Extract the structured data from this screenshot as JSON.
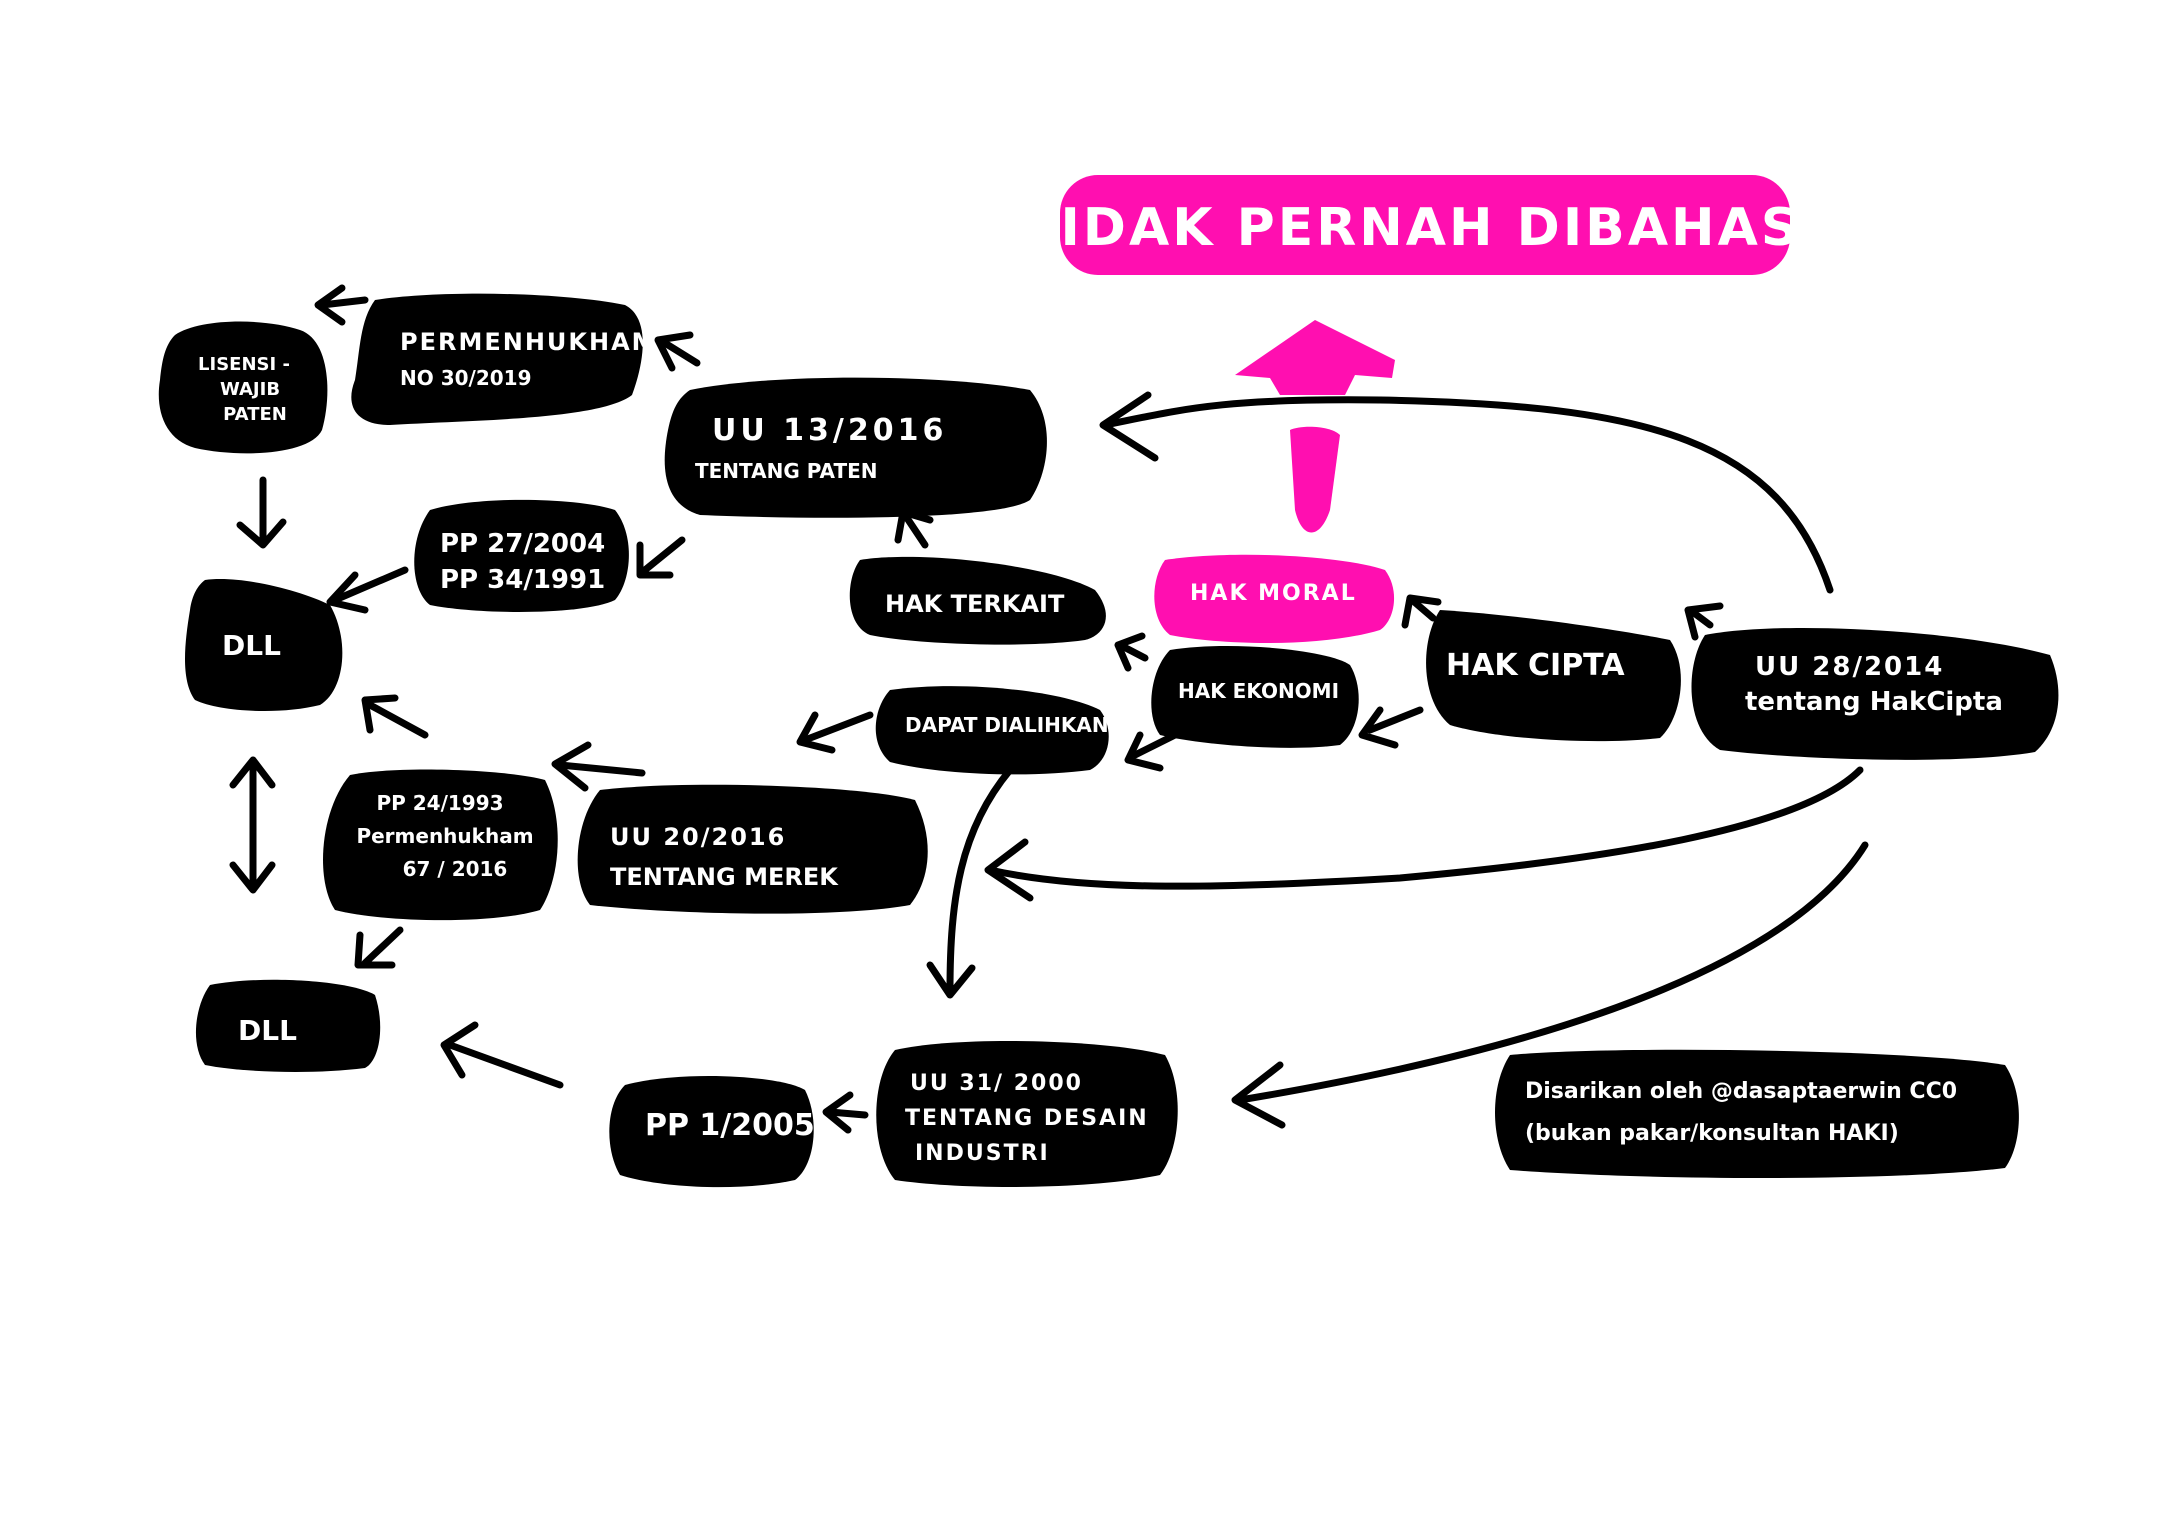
{
  "title": "TIDAK PERNAH DIBAHAS!",
  "colors": {
    "ink": "#000000",
    "accent": "#ff0fb0",
    "text_on_ink": "#ffffff",
    "background": "#ffffff"
  },
  "nodes": {
    "lisensi_wajib_paten": [
      "LISENSI -",
      "WAJIB",
      "PATEN"
    ],
    "permenhukham_30": [
      "PERMENHUKHAM",
      "NO 30/2019"
    ],
    "uu_13_2016": [
      "UU 13/2016",
      "TENTANG PATEN"
    ],
    "pp_27_2004": [
      "PP 27/2004",
      "PP 34/1991"
    ],
    "dll_top": [
      "DLL"
    ],
    "hak_terkait": [
      "HAK TERKAIT"
    ],
    "hak_moral": [
      "HAK MORAL"
    ],
    "hak_ekonomi": [
      "HAK EKONOMI"
    ],
    "hak_cipta": [
      "HAK CIPTA"
    ],
    "uu_28_2014": [
      "UU 28/2014",
      "tentang HakCipta"
    ],
    "dapat_dialihkan": [
      "DAPAT DIALIHKAN"
    ],
    "pp_24_1993": [
      "PP 24/1993",
      "Permenhukham",
      "67 / 2016"
    ],
    "uu_20_2016": [
      "UU 20/2016",
      "TENTANG MEREK"
    ],
    "dll_bottom": [
      "DLL"
    ],
    "pp_1_2005": [
      "PP 1/2005"
    ],
    "uu_31_2000": [
      "UU 31/ 2000",
      "TENTANG DESAIN",
      "INDUSTRI"
    ],
    "credit": [
      "Disarikan oleh @dasaptaerwin CC0",
      "(bukan pakar/konsultan HAKI)"
    ]
  }
}
